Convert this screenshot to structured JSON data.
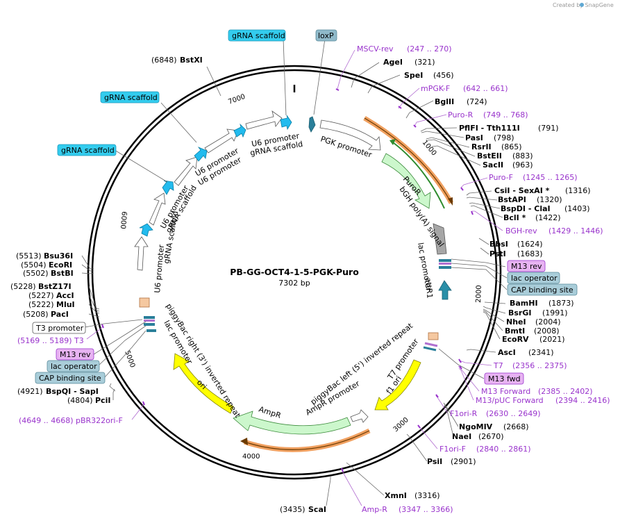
{
  "credit": "Created by SnapGene",
  "plasmid": {
    "name": "PB-GG-OCT4-1-5-PGK-Puro",
    "size": "7302 bp"
  },
  "ticks": [
    "1000",
    "2000",
    "3000",
    "4000",
    "5000",
    "6000",
    "7000"
  ],
  "site_labels": [
    {
      "pos": "(6848)",
      "name": "BstXI",
      "extra": ""
    },
    {
      "pos": "",
      "name": "AgeI",
      "extra": "(321)"
    },
    {
      "pos": "",
      "name": "SpeI",
      "extra": "(456)"
    },
    {
      "pos": "",
      "name": "BglII",
      "extra": "(724)"
    },
    {
      "pos": "",
      "name": "PflFI  - Tth111I",
      "extra": "(791)"
    },
    {
      "pos": "",
      "name": "PasI",
      "extra": "(798)"
    },
    {
      "pos": "",
      "name": "RsrII",
      "extra": "(865)"
    },
    {
      "pos": "",
      "name": "BstEII",
      "extra": "(883)"
    },
    {
      "pos": "",
      "name": "SacII",
      "extra": "(963)"
    },
    {
      "pos": "",
      "name": "CsiI  - SexAI *",
      "extra": "(1316)"
    },
    {
      "pos": "",
      "name": "BstAPI",
      "extra": "(1320)"
    },
    {
      "pos": "",
      "name": "BspDI  - ClaI",
      "extra": "(1403)"
    },
    {
      "pos": "",
      "name": "BclI *",
      "extra": "(1422)"
    },
    {
      "pos": "",
      "name": "BbsI",
      "extra": "(1624)"
    },
    {
      "pos": "",
      "name": "PstI",
      "extra": "(1683)"
    },
    {
      "pos": "",
      "name": "BamHI",
      "extra": "(1873)"
    },
    {
      "pos": "",
      "name": "BsrGI",
      "extra": "(1991)"
    },
    {
      "pos": "",
      "name": "NheI",
      "extra": "(2004)"
    },
    {
      "pos": "",
      "name": "BmtI",
      "extra": "(2008)"
    },
    {
      "pos": "",
      "name": "EcoRV",
      "extra": "(2021)"
    },
    {
      "pos": "",
      "name": "AscI",
      "extra": "(2341)"
    },
    {
      "pos": "",
      "name": "NgoMIV",
      "extra": "(2668)"
    },
    {
      "pos": "",
      "name": "NaeI",
      "extra": "(2670)"
    },
    {
      "pos": "",
      "name": "PsiI",
      "extra": "(2901)"
    },
    {
      "pos": "",
      "name": "XmnI",
      "extra": "(3316)"
    },
    {
      "pos": "(3435)",
      "name": "ScaI",
      "extra": ""
    },
    {
      "pos": "(4804)",
      "name": "PciI",
      "extra": ""
    },
    {
      "pos": "(4921)",
      "name": "BspQI  - SapI",
      "extra": ""
    },
    {
      "pos": "(5208)",
      "name": "PacI",
      "extra": ""
    },
    {
      "pos": "(5222)",
      "name": "MluI",
      "extra": ""
    },
    {
      "pos": "(5227)",
      "name": "AccI",
      "extra": ""
    },
    {
      "pos": "(5228)",
      "name": "BstZ17I",
      "extra": ""
    },
    {
      "pos": "(5502)",
      "name": "BstBI",
      "extra": ""
    },
    {
      "pos": "(5504)",
      "name": "EcoRI",
      "extra": ""
    },
    {
      "pos": "(5513)",
      "name": "Bsu36I",
      "extra": ""
    }
  ],
  "primer_labels": [
    {
      "name": "MSCV-rev",
      "range": "(247 .. 270)"
    },
    {
      "name": "mPGK-F",
      "range": "(642 .. 661)"
    },
    {
      "name": "Puro-R",
      "range": "(749 .. 768)"
    },
    {
      "name": "Puro-F",
      "range": "(1245 .. 1265)"
    },
    {
      "name": "BGH-rev",
      "range": "(1429 .. 1446)"
    },
    {
      "name": "T7",
      "range": "(2356 .. 2375)"
    },
    {
      "name": "M13 Forward",
      "range": "(2385 .. 2402)"
    },
    {
      "name": "M13/pUC Forward",
      "range": "(2394 .. 2416)"
    },
    {
      "name": "F1ori-R",
      "range": "(2630 .. 2649)"
    },
    {
      "name": "F1ori-F",
      "range": "(2840 .. 2861)"
    },
    {
      "name": "Amp-R",
      "range": "(3347 .. 3366)"
    },
    {
      "name": "pBR322ori-F",
      "range": "(4649 .. 4668)"
    },
    {
      "name": "T3",
      "range": "(5169 .. 5189)"
    }
  ],
  "feature_boxes": [
    {
      "label": "gRNA scaffold",
      "color": "#33ccee"
    },
    {
      "label": "loxP",
      "color": "#8fb9c9"
    },
    {
      "label": "gRNA scaffold",
      "color": "#33ccee"
    },
    {
      "label": "gRNA scaffold",
      "color": "#33ccee"
    },
    {
      "label": "M13 rev",
      "color": "#e7b3f2"
    },
    {
      "label": "lac operator",
      "color": "#a9cdd9"
    },
    {
      "label": "CAP binding site",
      "color": "#a9cdd9"
    },
    {
      "label": "M13 fwd",
      "color": "#e7b3f2"
    },
    {
      "label": "T3 promoter",
      "color": "#ffffff"
    },
    {
      "label": "M13 rev",
      "color": "#e7b3f2"
    },
    {
      "label": "lac operator",
      "color": "#a9cdd9"
    },
    {
      "label": "CAP binding site",
      "color": "#a9cdd9"
    }
  ],
  "feature_labels": [
    "U6 promoter",
    "gRNA scaffold",
    "U6 promoter",
    "U6 promoter",
    "gRNA scaffold",
    "U6 promoter",
    "gRNA scaffold",
    "U6 promoter",
    "PGK promoter",
    "PuroR",
    "bGH poly(A) signal",
    "lac promoter",
    "attR1",
    "T7 promoter",
    "piggyBac left (5') inverted repeat",
    "f1 ori",
    "AmpR promoter",
    "AmpR",
    "ori",
    "piggyBac right (3') inverted repeat",
    "lac promoter"
  ],
  "colors": {
    "promoter": "#ffffff",
    "scaffold": "#22bbee",
    "puro": "#ccf7cc",
    "ori": "#ffff00",
    "polyA": "#a6a6a6",
    "attR": "#2a8fa8",
    "primer": "#9933cc",
    "orange": "#f0a060"
  }
}
